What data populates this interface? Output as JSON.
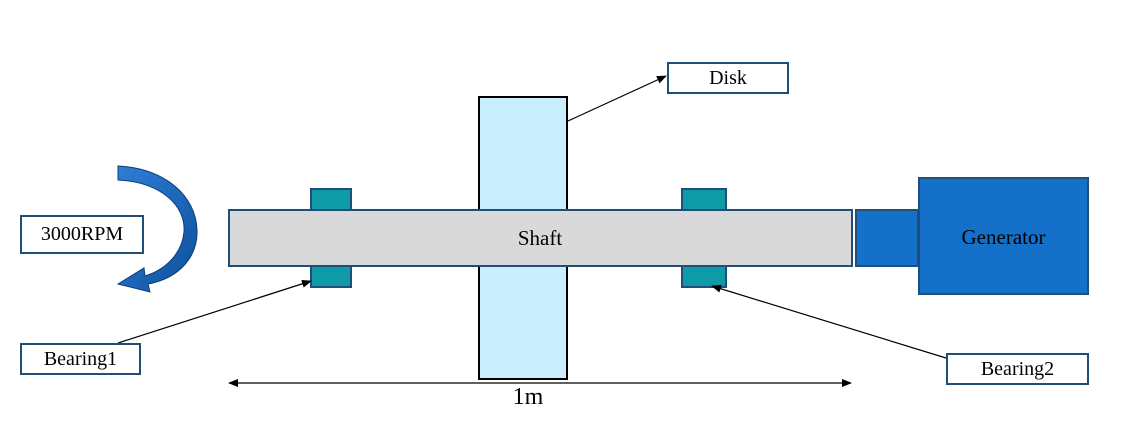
{
  "diagram": {
    "shaft_label": "Shaft",
    "disk_label": "Disk",
    "generator_label": "Generator",
    "speed_label": "3000RPM",
    "bearing1_label": "Bearing1",
    "bearing2_label": "Bearing2",
    "length_label": "1m"
  },
  "colors": {
    "shaft": "#d9d9d9",
    "disk": "#c9efff",
    "bearing": "#0e9aa7",
    "generator": "#1470c8",
    "arrow": "#1a5fb4",
    "outline": "#1f4e79"
  }
}
